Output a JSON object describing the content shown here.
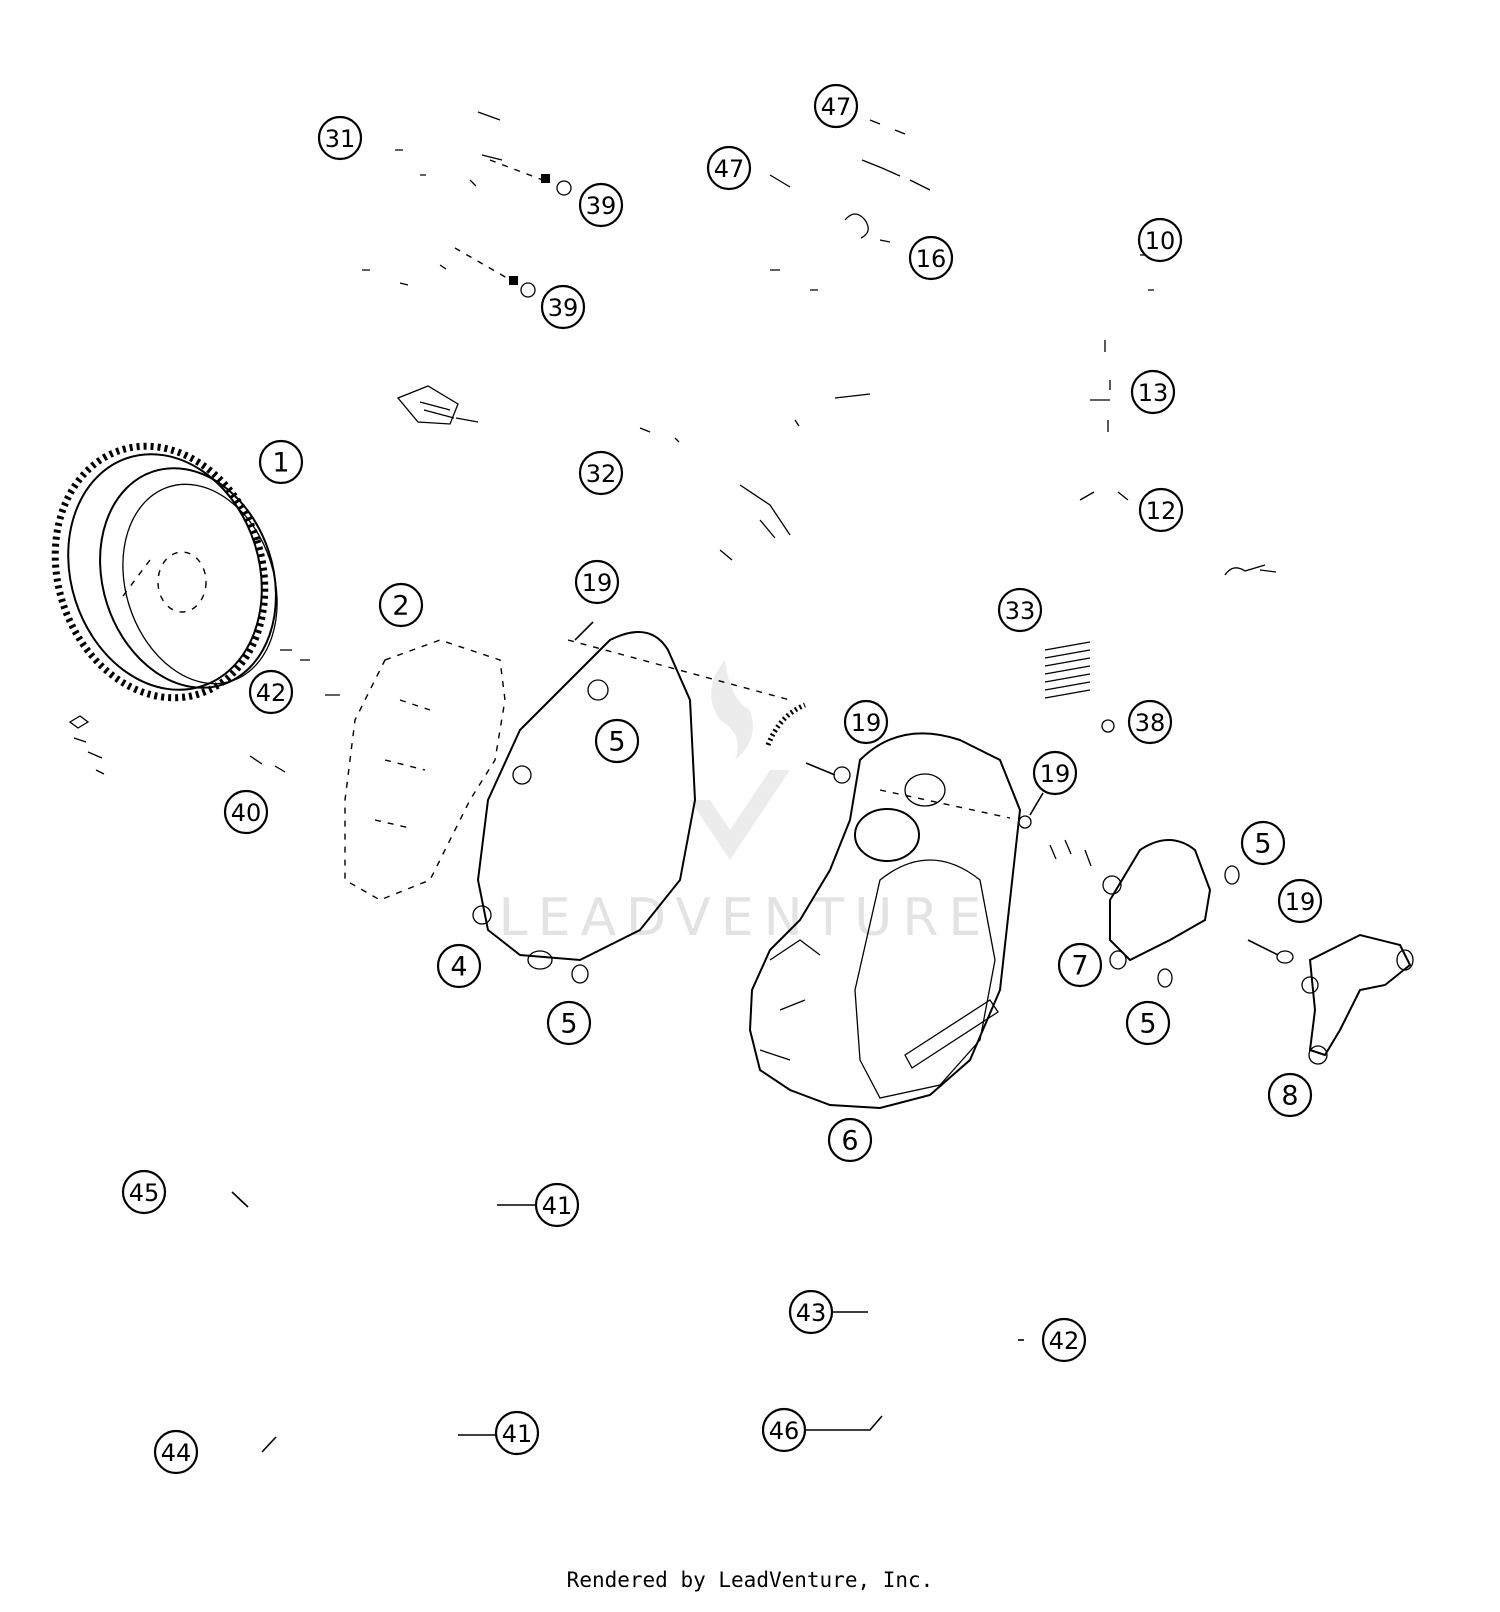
{
  "watermark": {
    "text": "LEADVENTURE"
  },
  "footer": {
    "text": "Rendered by LeadVenture, Inc."
  },
  "callouts": [
    {
      "id": "c31",
      "label": "31"
    },
    {
      "id": "c39a",
      "label": "39"
    },
    {
      "id": "c39b",
      "label": "39"
    },
    {
      "id": "c47a",
      "label": "47"
    },
    {
      "id": "c47b",
      "label": "47"
    },
    {
      "id": "c16",
      "label": "16"
    },
    {
      "id": "c10",
      "label": "10"
    },
    {
      "id": "c13",
      "label": "13"
    },
    {
      "id": "c12",
      "label": "12"
    },
    {
      "id": "c32",
      "label": "32"
    },
    {
      "id": "c1",
      "label": "1"
    },
    {
      "id": "c2",
      "label": "2"
    },
    {
      "id": "c19a",
      "label": "19"
    },
    {
      "id": "c33",
      "label": "33"
    },
    {
      "id": "c42a",
      "label": "42"
    },
    {
      "id": "c5a",
      "label": "5"
    },
    {
      "id": "c19b",
      "label": "19"
    },
    {
      "id": "c38",
      "label": "38"
    },
    {
      "id": "c40",
      "label": "40"
    },
    {
      "id": "c19c",
      "label": "19"
    },
    {
      "id": "c5b",
      "label": "5"
    },
    {
      "id": "c19d",
      "label": "19"
    },
    {
      "id": "c4",
      "label": "4"
    },
    {
      "id": "c7",
      "label": "7"
    },
    {
      "id": "c5c",
      "label": "5"
    },
    {
      "id": "c5d",
      "label": "5"
    },
    {
      "id": "c8",
      "label": "8"
    },
    {
      "id": "c6",
      "label": "6"
    },
    {
      "id": "c45",
      "label": "45"
    },
    {
      "id": "c41a",
      "label": "41"
    },
    {
      "id": "c43",
      "label": "43"
    },
    {
      "id": "c42b",
      "label": "42"
    },
    {
      "id": "c44",
      "label": "44"
    },
    {
      "id": "c41b",
      "label": "41"
    },
    {
      "id": "c46",
      "label": "46"
    }
  ]
}
